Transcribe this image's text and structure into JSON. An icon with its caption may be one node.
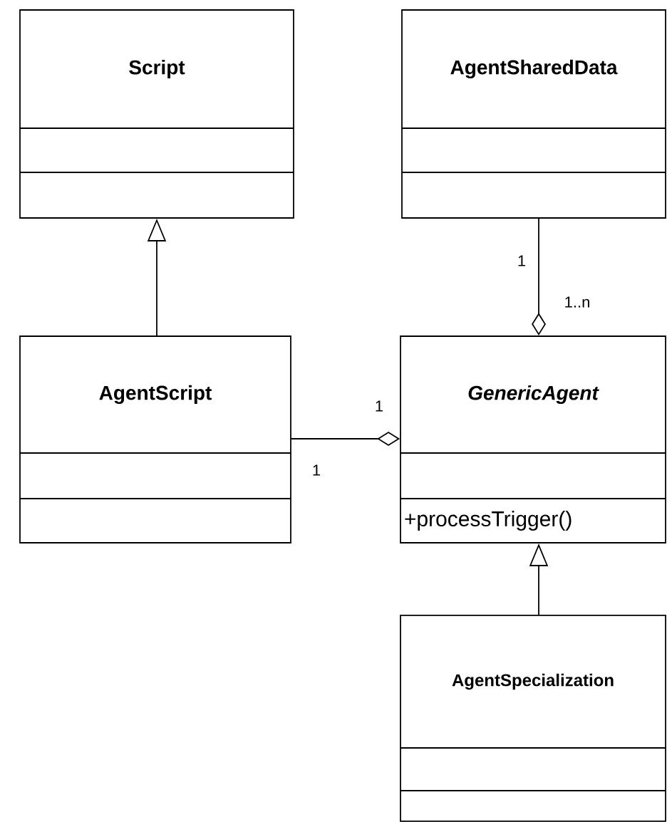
{
  "diagram": {
    "nodes": [
      {
        "text": [
          "Script"
        ]
      },
      {
        "text": [
          "AgentSharedData"
        ]
      },
      {
        "text": [
          "AgentScript"
        ]
      },
      {
        "text": [
          "GenericAgent",
          "+processTrigger()"
        ]
      },
      {
        "text": [
          "AgentSpecialization"
        ]
      }
    ],
    "edges": [
      {
        "from": 2,
        "to": 0,
        "arrow": "to"
      },
      {
        "from": 2,
        "to": 3,
        "arrow": "other"
      },
      {
        "from": 1,
        "to": 3,
        "arrow": "other"
      },
      {
        "from": 4,
        "to": 3,
        "arrow": "to"
      }
    ],
    "labels": [
      "1",
      "1..n",
      "1",
      "1"
    ]
  }
}
